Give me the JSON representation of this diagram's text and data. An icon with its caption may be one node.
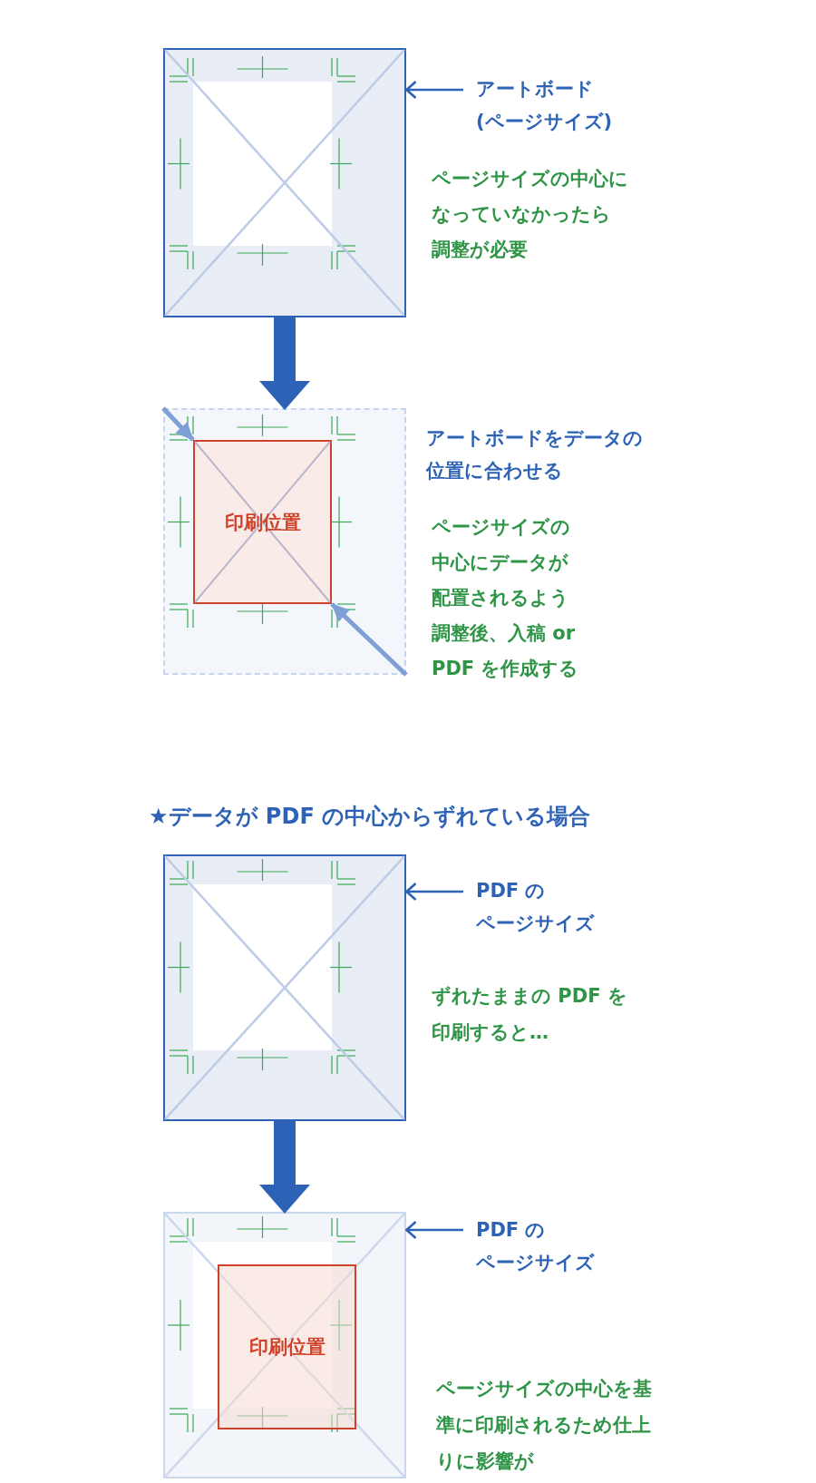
{
  "diagram": {
    "nodes": [
      {
        "text": [],
        "shape": "box"
      },
      {
        "text": [
          "アートボード(ページサイズ)"
        ]
      },
      {
        "text": [],
        "shape": "box"
      },
      {
        "text": [
          "印刷位置"
        ],
        "in": 2
      },
      {
        "text": [],
        "shape": "box"
      },
      {
        "text": [
          "PDF のページサイズ"
        ]
      },
      {
        "text": [],
        "shape": "box"
      },
      {
        "text": [
          "印刷位置"
        ],
        "in": 6
      },
      {
        "text": [
          "PDF のページサイズ"
        ]
      }
    ],
    "edges": [
      {
        "from": 1,
        "to": 0,
        "arrow": "to"
      },
      {
        "from": 0,
        "to": 2,
        "arrow": "to",
        "style": "thick"
      },
      {
        "from": null,
        "to": 3,
        "arrow": "to",
        "color": "#7fa0d6"
      },
      {
        "from": null,
        "to": 3,
        "arrow": "to",
        "color": "#7fa0d6"
      },
      {
        "from": 5,
        "to": 4,
        "arrow": "to"
      },
      {
        "from": 4,
        "to": 6,
        "arrow": "to",
        "style": "thick"
      },
      {
        "from": 8,
        "to": 6,
        "arrow": "to"
      }
    ],
    "labels": [
      "ページサイズの中心になっていなかったら調整が必要",
      "アートボードをデータの位置に合わせる",
      "ページサイズの中心にデータが配置されるよう調整後、入稿 or PDF を作成する",
      "★データが PDF の中心からずれている場合",
      "ずれたままの PDF を印刷すると…",
      "ページサイズの中心を基準に印刷されるため仕上りに影響が"
    ]
  }
}
